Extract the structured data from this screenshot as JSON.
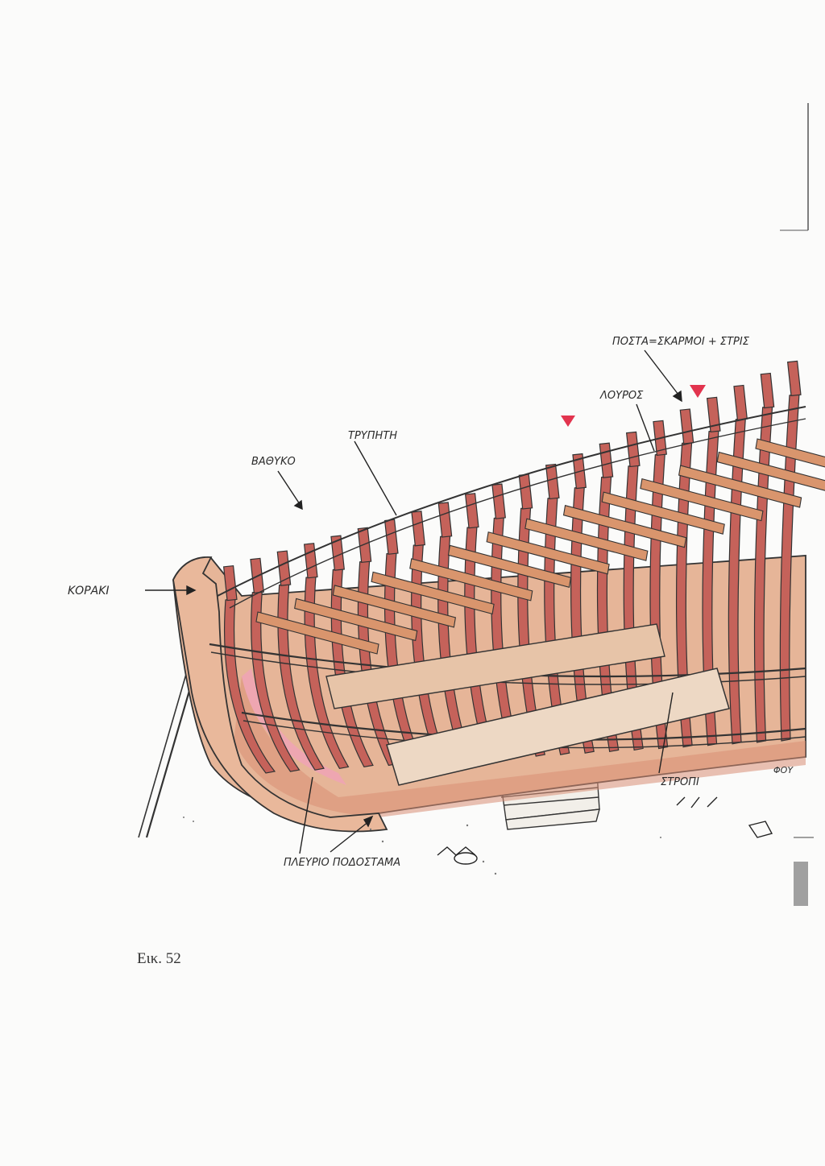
{
  "labels": {
    "korakI": "ΚΟΡΑΚΙ",
    "vathyko": "ΒΑΘΥΚΟ",
    "trypiti": "ΤΡΥΠΗΤΗ",
    "louros": "ΛΟΥΡΟΣ",
    "posta": "ΠΟΣΤΑ=ΣΚΑΡΜΟΙ + ΣΤΡΙΣ",
    "stropi": "ΣΤΡΟΠΙ",
    "plevrio": "ΠΛΕΥΡΙΟ ΠΟΔΟΣΤΑΜΑ",
    "fou": "ΦΟΥ"
  },
  "caption": "Εικ. 52",
  "colors": {
    "rib": "#c5625a",
    "plank": "#d9956d",
    "hull": "#e0a98c",
    "marker": "#e2344e"
  }
}
